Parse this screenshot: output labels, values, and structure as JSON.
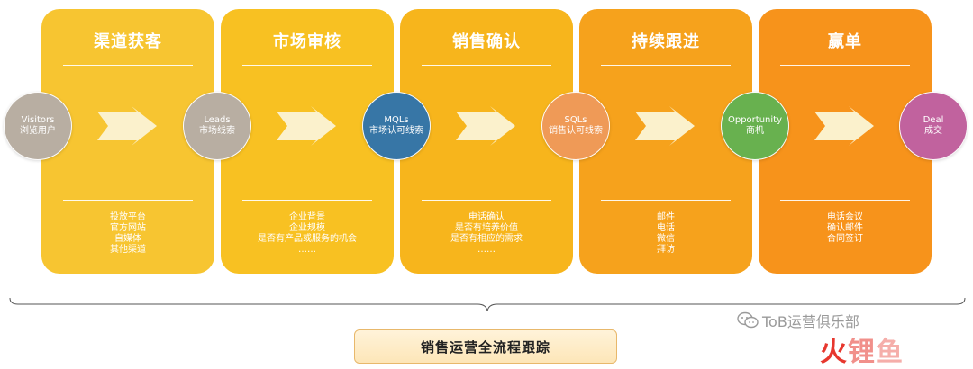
{
  "stages": [
    {
      "title": "渠道获客",
      "color": "#f7c531",
      "details": [
        "投放平台",
        "官方网站",
        "自媒体",
        "其他渠道"
      ]
    },
    {
      "title": "市场审核",
      "color": "#f8c122",
      "details": [
        "企业背景",
        "企业规模",
        "是否有产品或服务的机会",
        "……"
      ]
    },
    {
      "title": "销售确认",
      "color": "#f7b51c",
      "details": [
        "电话确认",
        "是否有培养价值",
        "是否有相应的需求",
        "……"
      ]
    },
    {
      "title": "持续跟进",
      "color": "#f6a21c",
      "details": [
        "邮件",
        "电话",
        "微信",
        "拜访"
      ]
    },
    {
      "title": "赢单",
      "color": "#f7931b",
      "details": [
        "电话会议",
        "确认邮件",
        "合同签订"
      ]
    }
  ],
  "nodes": [
    {
      "line1": "Visitors",
      "line2": "浏览用户",
      "color": "#b8aea2"
    },
    {
      "line1": "Leads",
      "line2": "市场线索",
      "color": "#b8aea2"
    },
    {
      "line1": "MQLs",
      "line2": "市场认可线索",
      "color": "#3776a6"
    },
    {
      "line1": "SQLs",
      "line2": "销售认可线索",
      "color": "#ef9a57"
    },
    {
      "line1": "Opportunity",
      "line2": "商机",
      "color": "#68b14f"
    },
    {
      "line1": "Deal",
      "line2": "成交",
      "color": "#c1629e"
    }
  ],
  "summary": "销售运营全流程跟踪",
  "watermark": {
    "text": "ToB运营俱乐部",
    "logo": [
      "火",
      "锂",
      "鱼"
    ]
  },
  "arrow_color": "#fbf1cc"
}
